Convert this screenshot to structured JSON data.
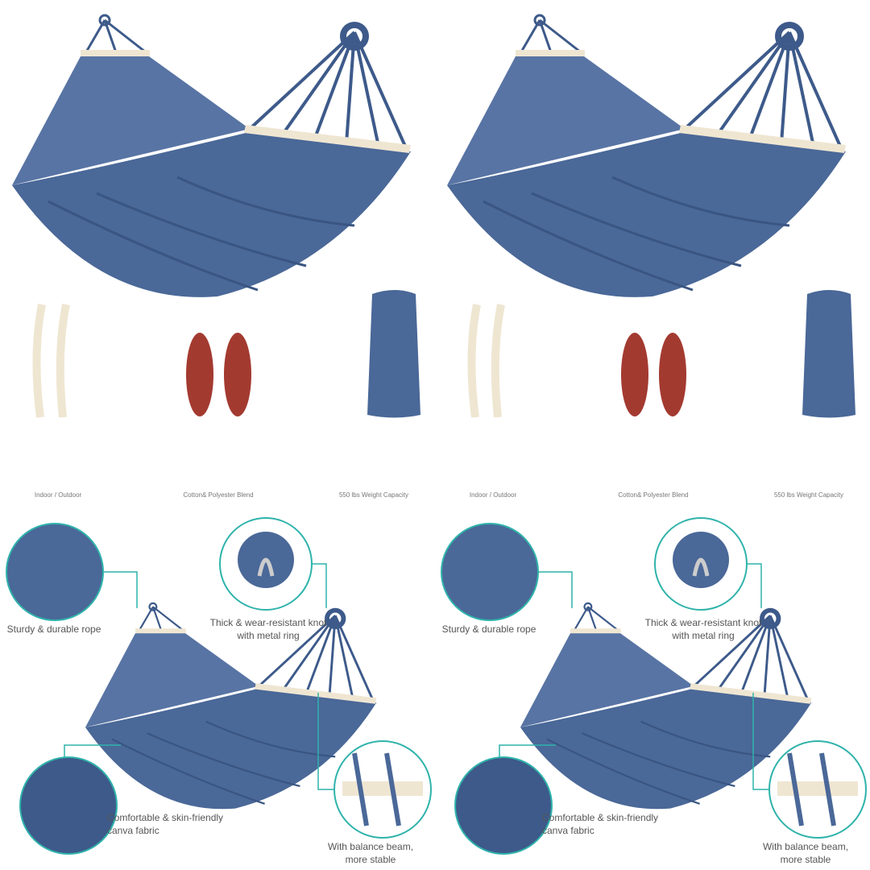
{
  "colors": {
    "hammock": "#4a6898",
    "accent": "#2fb3ab",
    "rope": "#a33a30",
    "beam": "#efe6d2"
  },
  "panels": [
    {
      "features": [
        "Indoor / Outdoor",
        "Cotton& Polyester Blend",
        "550 lbs Weight Capacity"
      ],
      "callouts": {
        "rope": "Sturdy & durable rope",
        "knot": "Thick & wear-resistant knot with metal ring",
        "fabric": "Comfortable & skin-friendly canva fabric",
        "beam": "With balance beam, more stable"
      }
    },
    {
      "features": [
        "Indoor / Outdoor",
        "Cotton& Polyester Blend",
        "550 lbs Weight Capacity"
      ],
      "callouts": {
        "rope": "Sturdy & durable rope",
        "knot": "Thick & wear-resistant knot with metal ring",
        "fabric": "Comfortable & skin-friendly canva fabric",
        "beam": "With balance beam, more stable"
      }
    }
  ]
}
